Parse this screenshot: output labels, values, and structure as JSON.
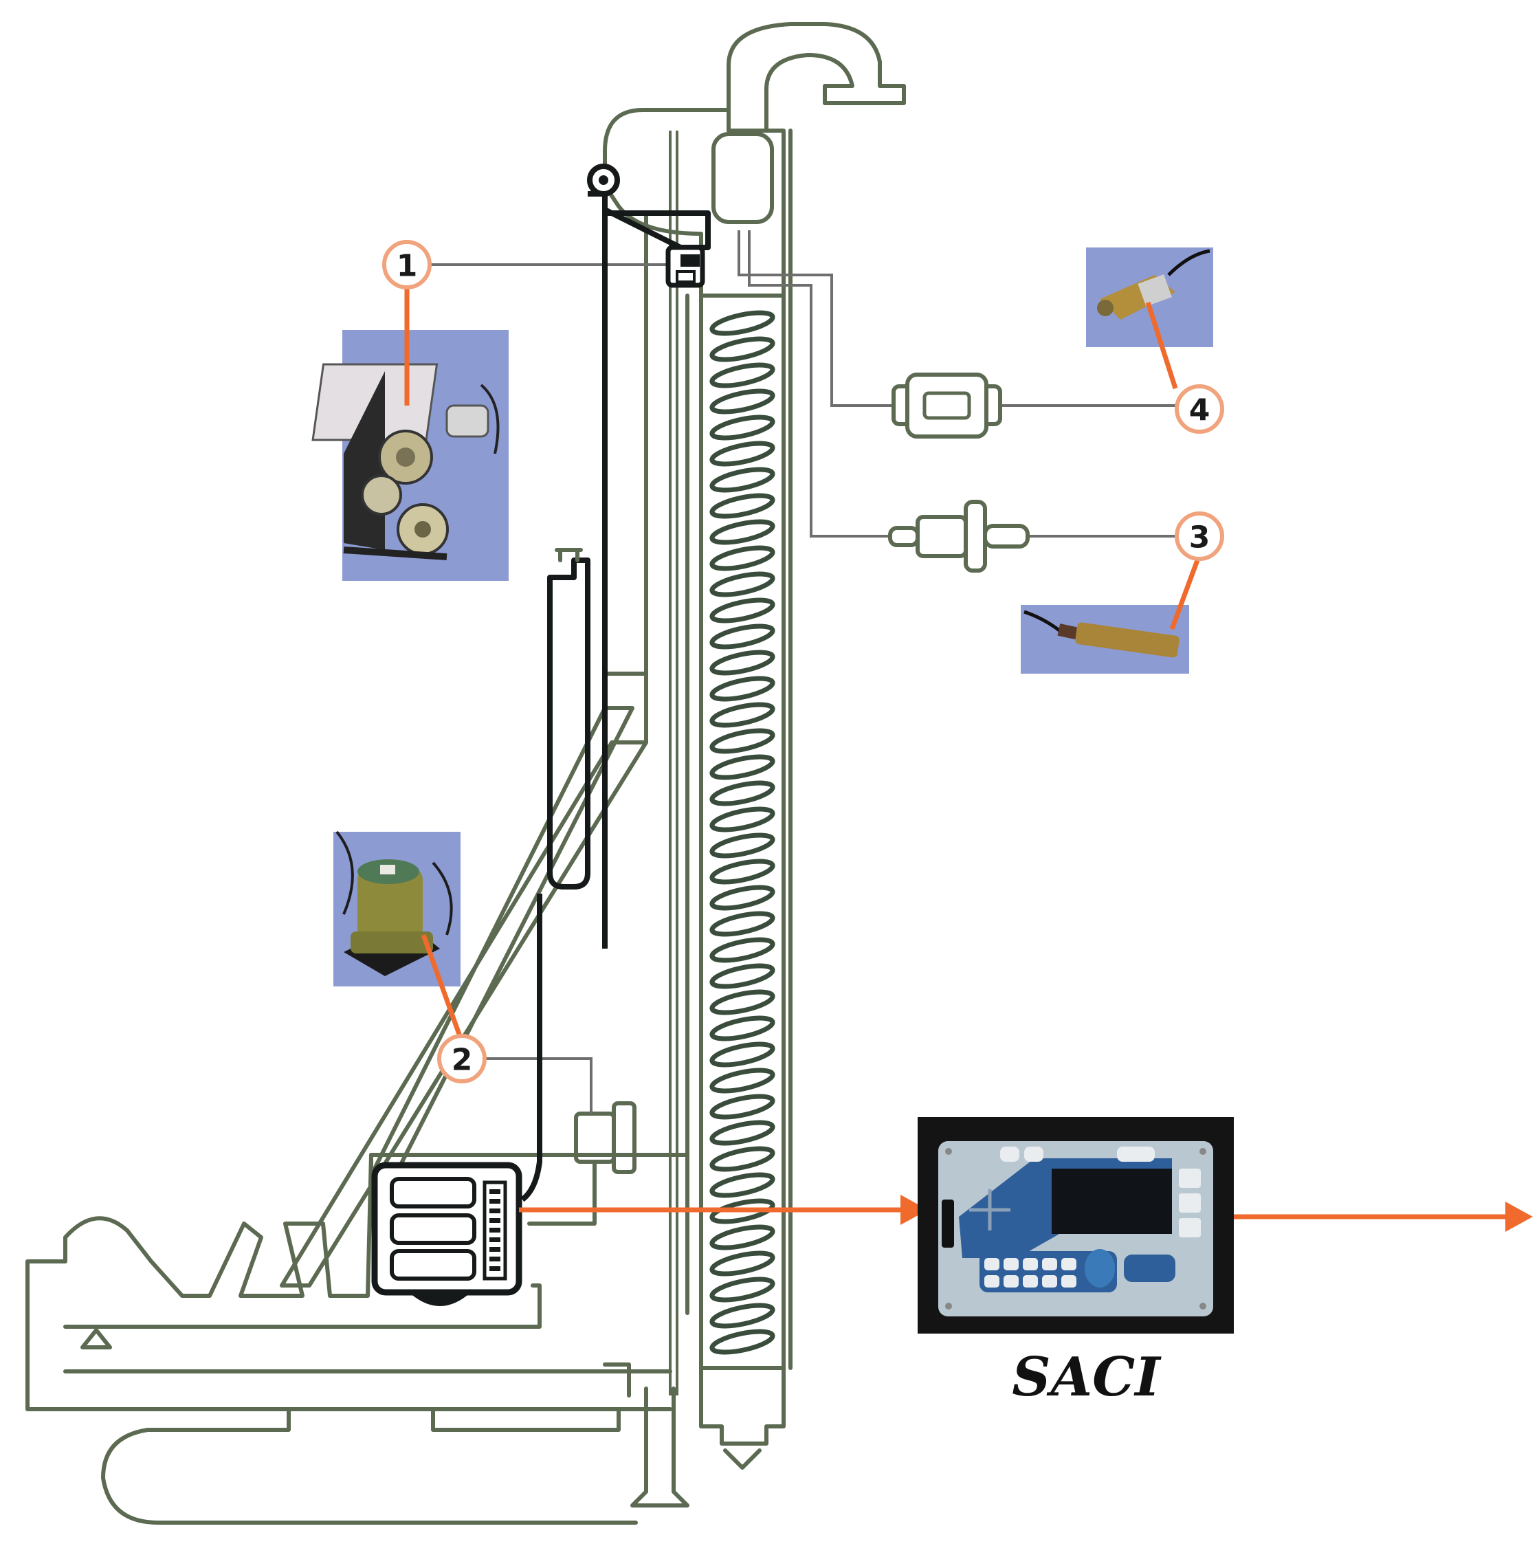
{
  "figure": {
    "callouts": [
      "1",
      "2",
      "3",
      "4"
    ],
    "device_label": "SACI"
  },
  "colors": {
    "rig_outline": "#5c6a52",
    "hose": "#15191a",
    "callout_ring": "#f0a37c",
    "arrow": "#ef6a2c",
    "photo_background": "#8d9bd3",
    "saci_panel": "#b9c7d0",
    "saci_frame": "#141414"
  },
  "icons": {
    "sensor_1": "rotation-encoder-icon",
    "sensor_2": "pressure-sensor-icon",
    "sensor_3": "proximity-probe-icon",
    "sensor_4": "inductive-sensor-icon",
    "junction_box": "junction-box-icon",
    "saci": "data-logger-icon"
  }
}
